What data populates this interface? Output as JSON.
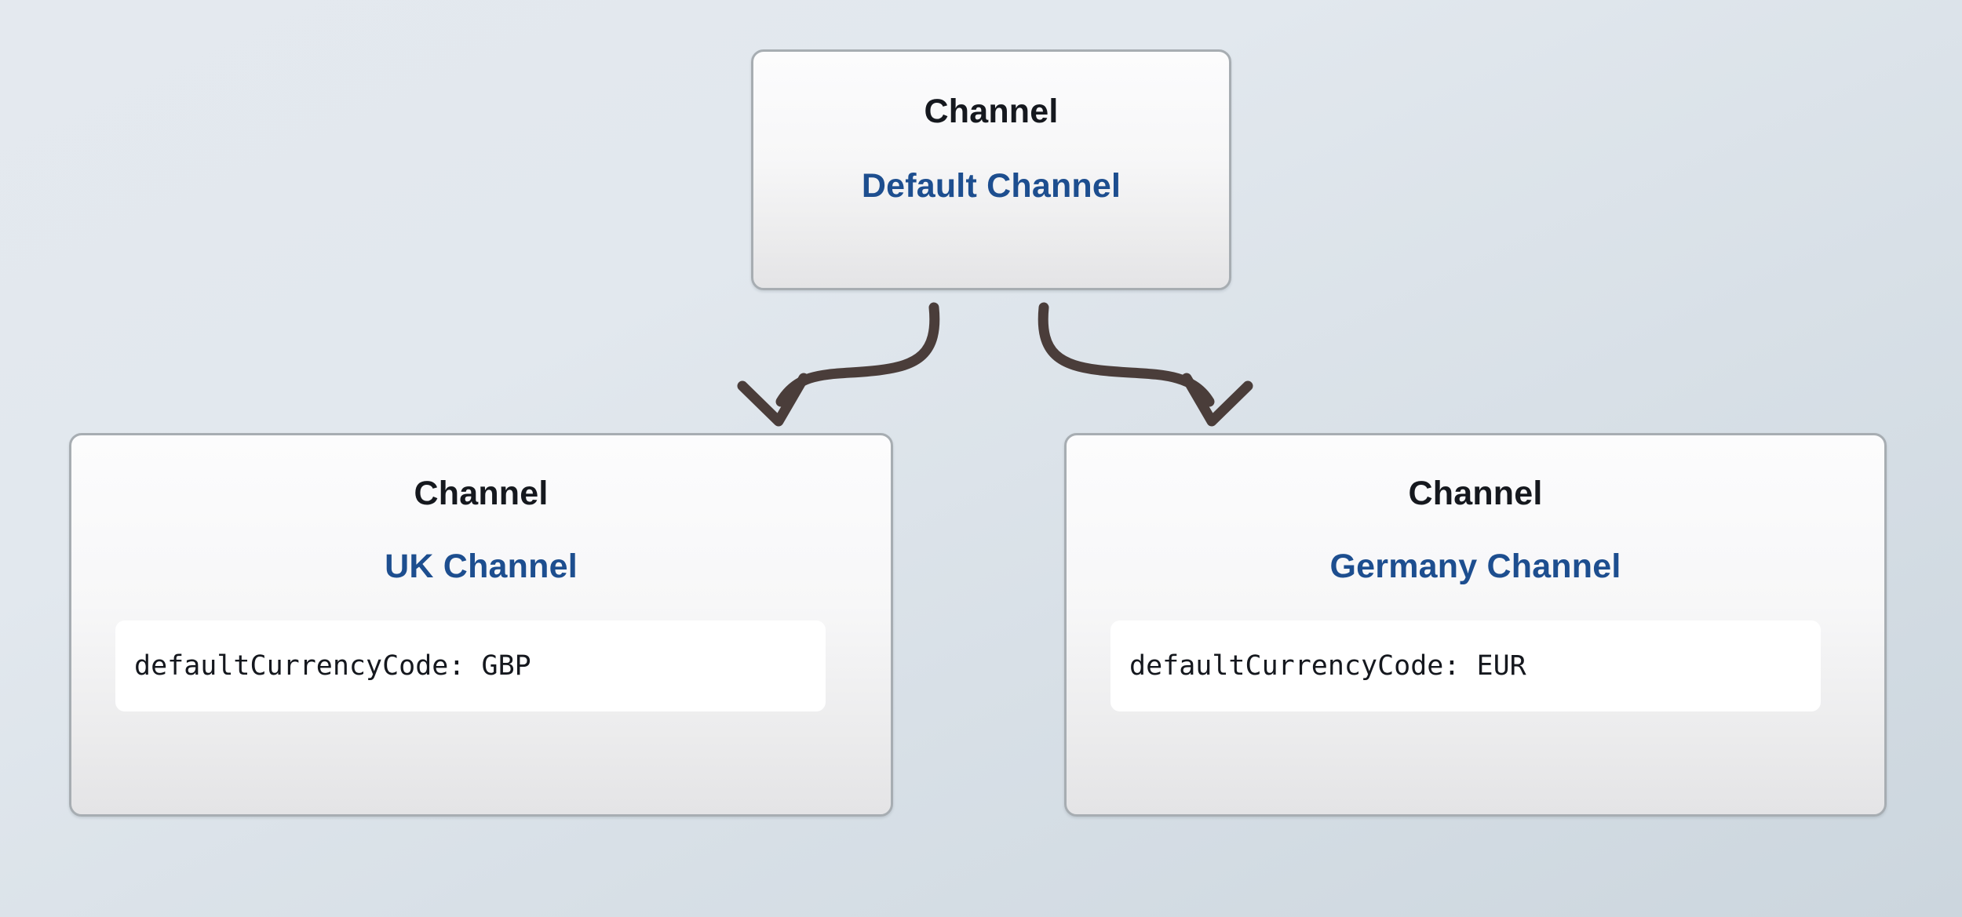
{
  "diagram": {
    "background_start_color": "#e4e9ef",
    "background_end_color": "#ccd6de",
    "node_border_color": "#a7adb2",
    "node_type_color": "#15181e",
    "node_title_color": "#1d4e8f",
    "edge_color": "#4a3d3a",
    "nodes": [
      {
        "id": "root",
        "type_label": "Channel",
        "title": "Default Channel",
        "properties": []
      },
      {
        "id": "uk",
        "type_label": "Channel",
        "title": "UK Channel",
        "properties": [
          {
            "text": "defaultCurrencyCode: GBP"
          }
        ]
      },
      {
        "id": "germany",
        "type_label": "Channel",
        "title": "Germany Channel",
        "properties": [
          {
            "text": "defaultCurrencyCode: EUR"
          }
        ]
      }
    ],
    "edges": [
      {
        "from": "root",
        "to": "uk",
        "style": "hand-drawn-curved-arrow"
      },
      {
        "from": "root",
        "to": "germany",
        "style": "hand-drawn-curved-arrow"
      }
    ]
  }
}
